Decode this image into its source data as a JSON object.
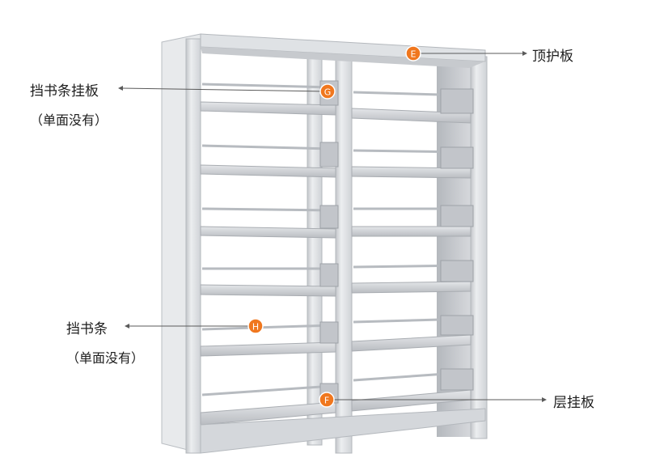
{
  "labels": {
    "top_panel": "顶护板",
    "hanging_baffle": "挡书条挂板",
    "hanging_baffle_note": "（单面没有）",
    "book_baffle": "挡书条",
    "book_baffle_note": "（单面没有）",
    "layer_hanger": "层挂板"
  },
  "markers": {
    "e": "E",
    "f": "F",
    "g": "G",
    "h": "H"
  },
  "colors": {
    "marker": "#f0771e",
    "frame": "#d9dcdf",
    "frame_shadow": "#a9adb2",
    "shelf": "#c9ccd0",
    "leader_line": "#5a5a5a"
  }
}
